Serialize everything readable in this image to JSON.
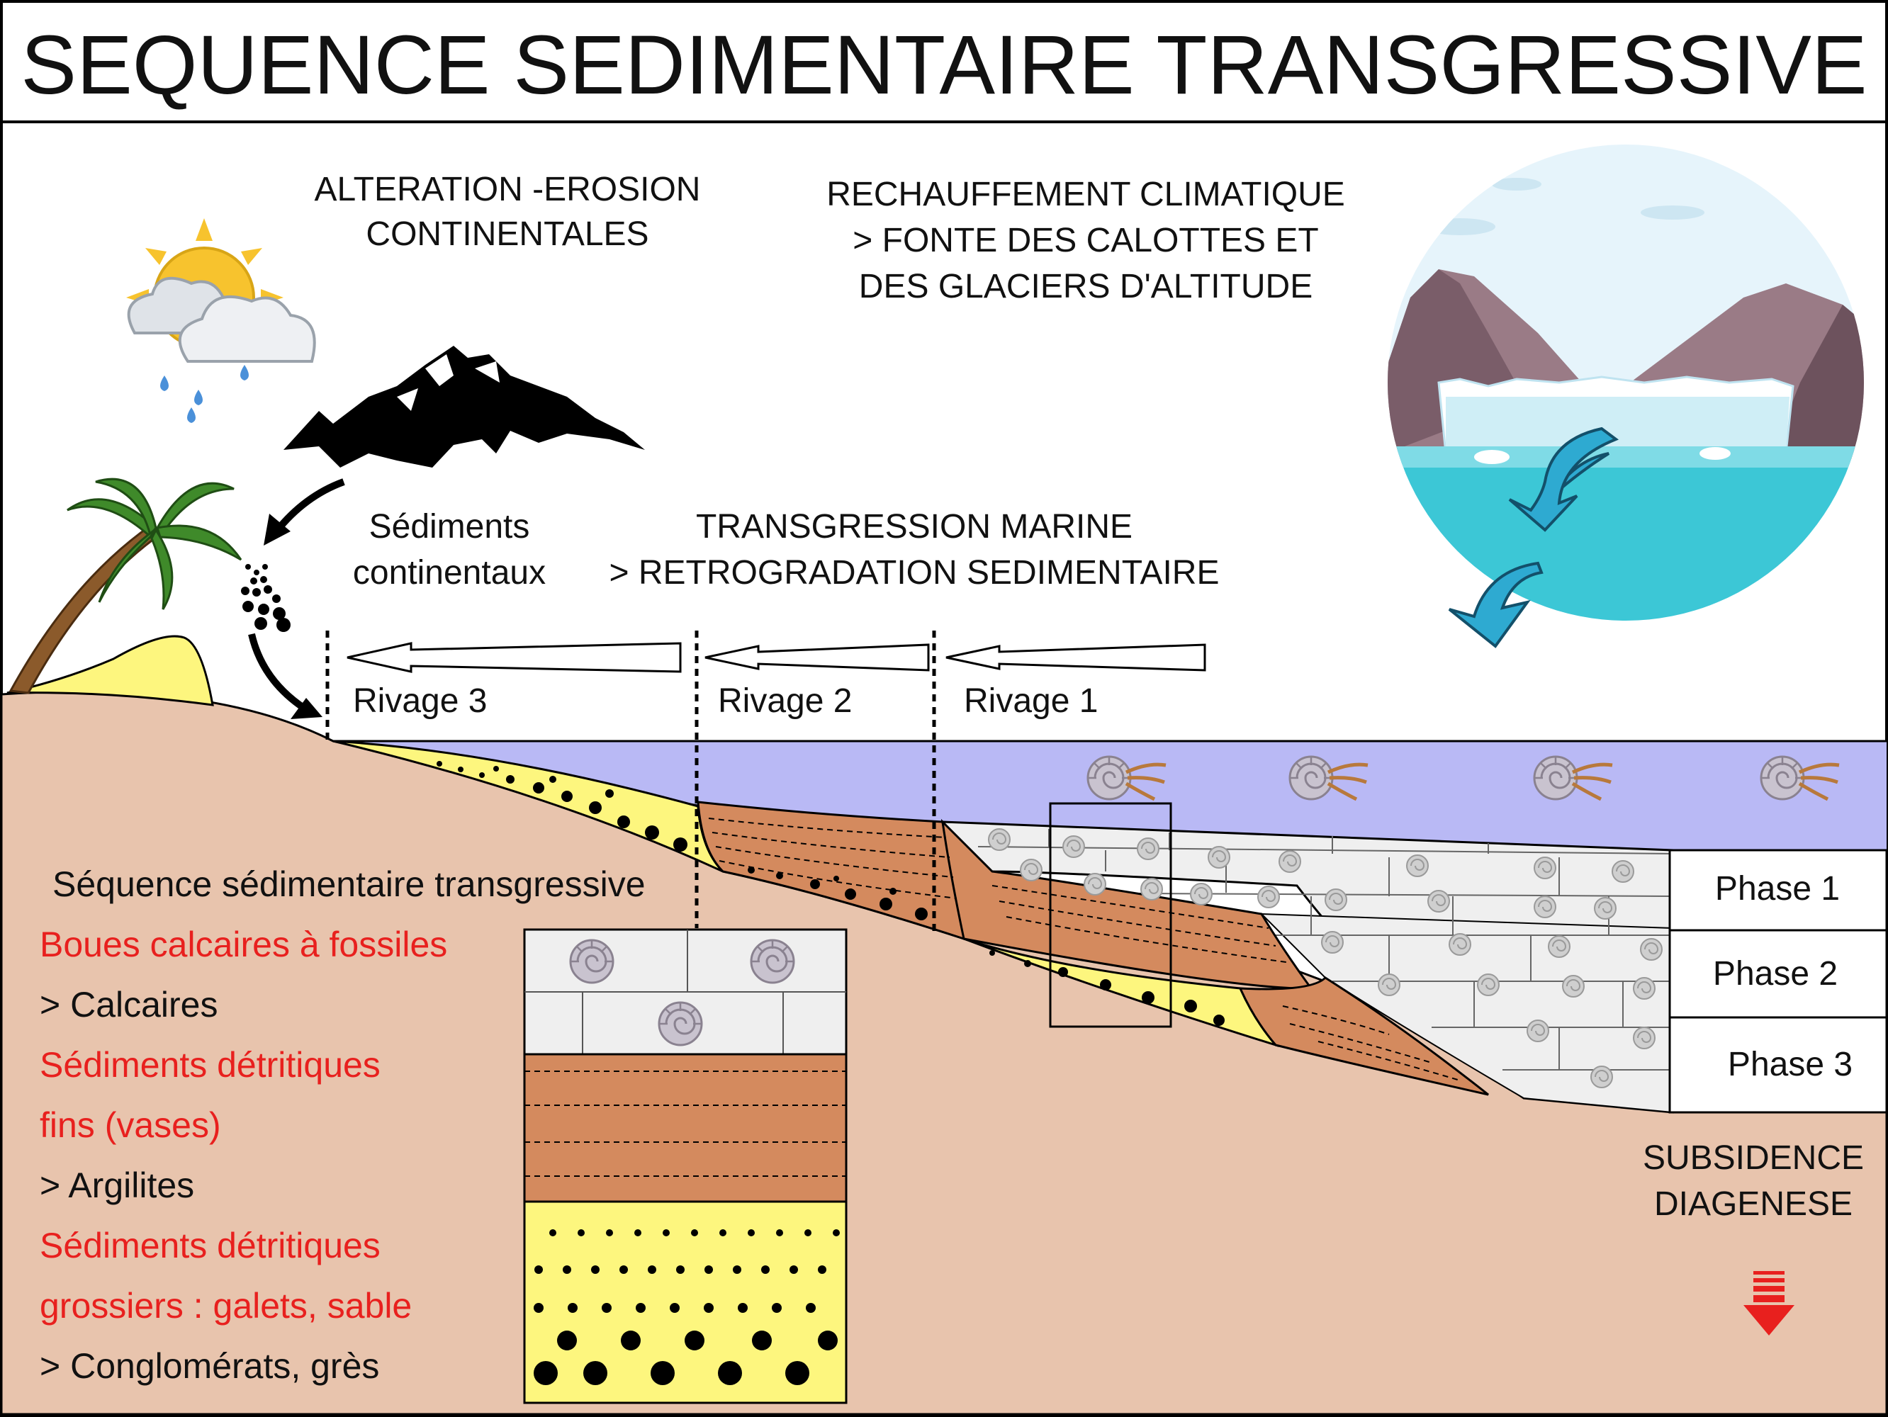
{
  "title": "SEQUENCE SEDIMENTAIRE TRANSGRESSIVE",
  "erosion": {
    "line1": "ALTERATION -EROSION",
    "line2": "CONTINENTALES"
  },
  "climate": {
    "line1": "RECHAUFFEMENT CLIMATIQUE",
    "line2": "> FONTE DES CALOTTES ET",
    "line3": "DES GLACIERS D'ALTITUDE"
  },
  "continental": {
    "line1": "Sédiments",
    "line2": "continentaux"
  },
  "transgression": {
    "line1": "TRANSGRESSION MARINE",
    "line2": "> RETROGRADATION SEDIMENTAIRE"
  },
  "shores": [
    "Rivage 3",
    "Rivage 2",
    "Rivage 1"
  ],
  "phases": [
    "Phase 1",
    "Phase 2",
    "Phase 3"
  ],
  "subsidence": {
    "line1": "SUBSIDENCE",
    "line2": "DIAGENESE"
  },
  "legend": {
    "title": "Séquence sédimentaire transgressive",
    "items": [
      "Boues calcaires à fossiles",
      "> Calcaires",
      "Sédiments détritiques",
      "fins (vases)",
      "> Argilites",
      "Sédiments détritiques",
      "grossiers : galets, sable",
      "> Conglomérats, grès"
    ]
  },
  "colors": {
    "land": "#e8c4ad",
    "sea": "#b9b9f5",
    "sand": "#fdf67e",
    "clay": "#d48a5e",
    "limestone": "#efefef",
    "glacier_water": "#3cc7d6",
    "accent_red": "#e8201e",
    "arrow_blue": "#2eaad1"
  },
  "icons": [
    "sun-cloud-rain-icon",
    "mountain-icon",
    "palm-tree-icon",
    "glacier-scene-icon",
    "ammonite-icon",
    "subsidence-arrow-icon"
  ]
}
